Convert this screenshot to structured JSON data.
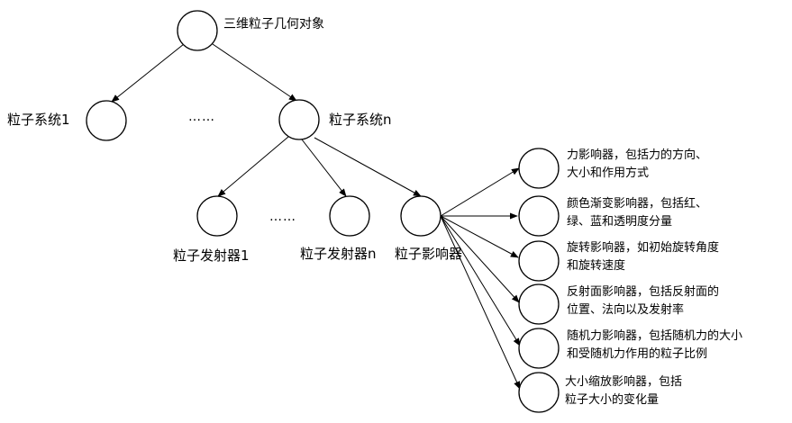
{
  "root": {
    "label": "三维粒子几何对象"
  },
  "systems": [
    {
      "label": "粒子系统1"
    },
    {
      "label": "粒子系统n"
    }
  ],
  "system_ellipsis": "……",
  "emitters": [
    {
      "label": "粒子发射器1"
    },
    {
      "label": "粒子发射器n"
    }
  ],
  "emitter_ellipsis": "……",
  "affector_group": {
    "label": "粒子影响器"
  },
  "affectors": [
    {
      "line1": "力影响器，包括力的方向、",
      "line2": "大小和作用方式"
    },
    {
      "line1": "颜色渐变影响器，包括红、",
      "line2": "绿、蓝和透明度分量"
    },
    {
      "line1": "旋转影响器，如初始旋转角度",
      "line2": "和旋转速度"
    },
    {
      "line1": "反射面影响器，包括反射面的",
      "line2": "位置、法向以及发射率"
    },
    {
      "line1": "随机力影响器，包括随机力的大小",
      "line2": "和受随机力作用的粒子比例"
    },
    {
      "line1": "大小缩放影响器，包括",
      "line2": "粒子大小的变化量"
    }
  ]
}
